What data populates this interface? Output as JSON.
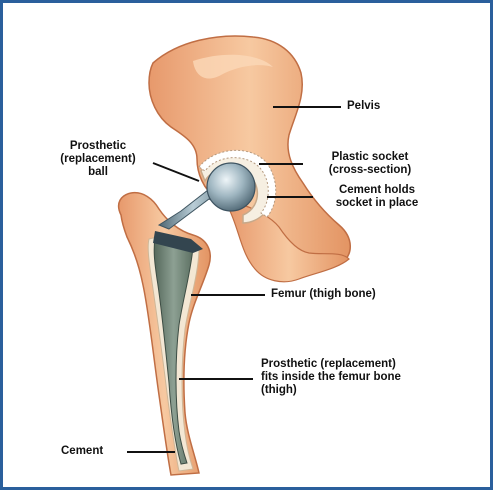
{
  "colors": {
    "frame": "#2a5f9c",
    "bone": "#f2b98e",
    "bone_shadow": "#c9774d",
    "prosthesis_metal": "#7f9aa8",
    "stem_gray": "#6e8474",
    "cement": "#f6efe2",
    "leader": "#111111"
  },
  "labels": {
    "pelvis": "Pelvis",
    "prosthetic_ball": [
      "Prosthetic",
      "(replacement)",
      "ball"
    ],
    "plastic_socket": [
      "Plastic socket",
      "(cross-section)"
    ],
    "cement_socket": [
      "Cement holds",
      "socket in place"
    ],
    "femur": "Femur (thigh bone)",
    "prosthetic_stem": [
      "Prosthetic (replacement)",
      "fits inside the femur bone",
      "(thigh)"
    ],
    "cement": "Cement"
  }
}
